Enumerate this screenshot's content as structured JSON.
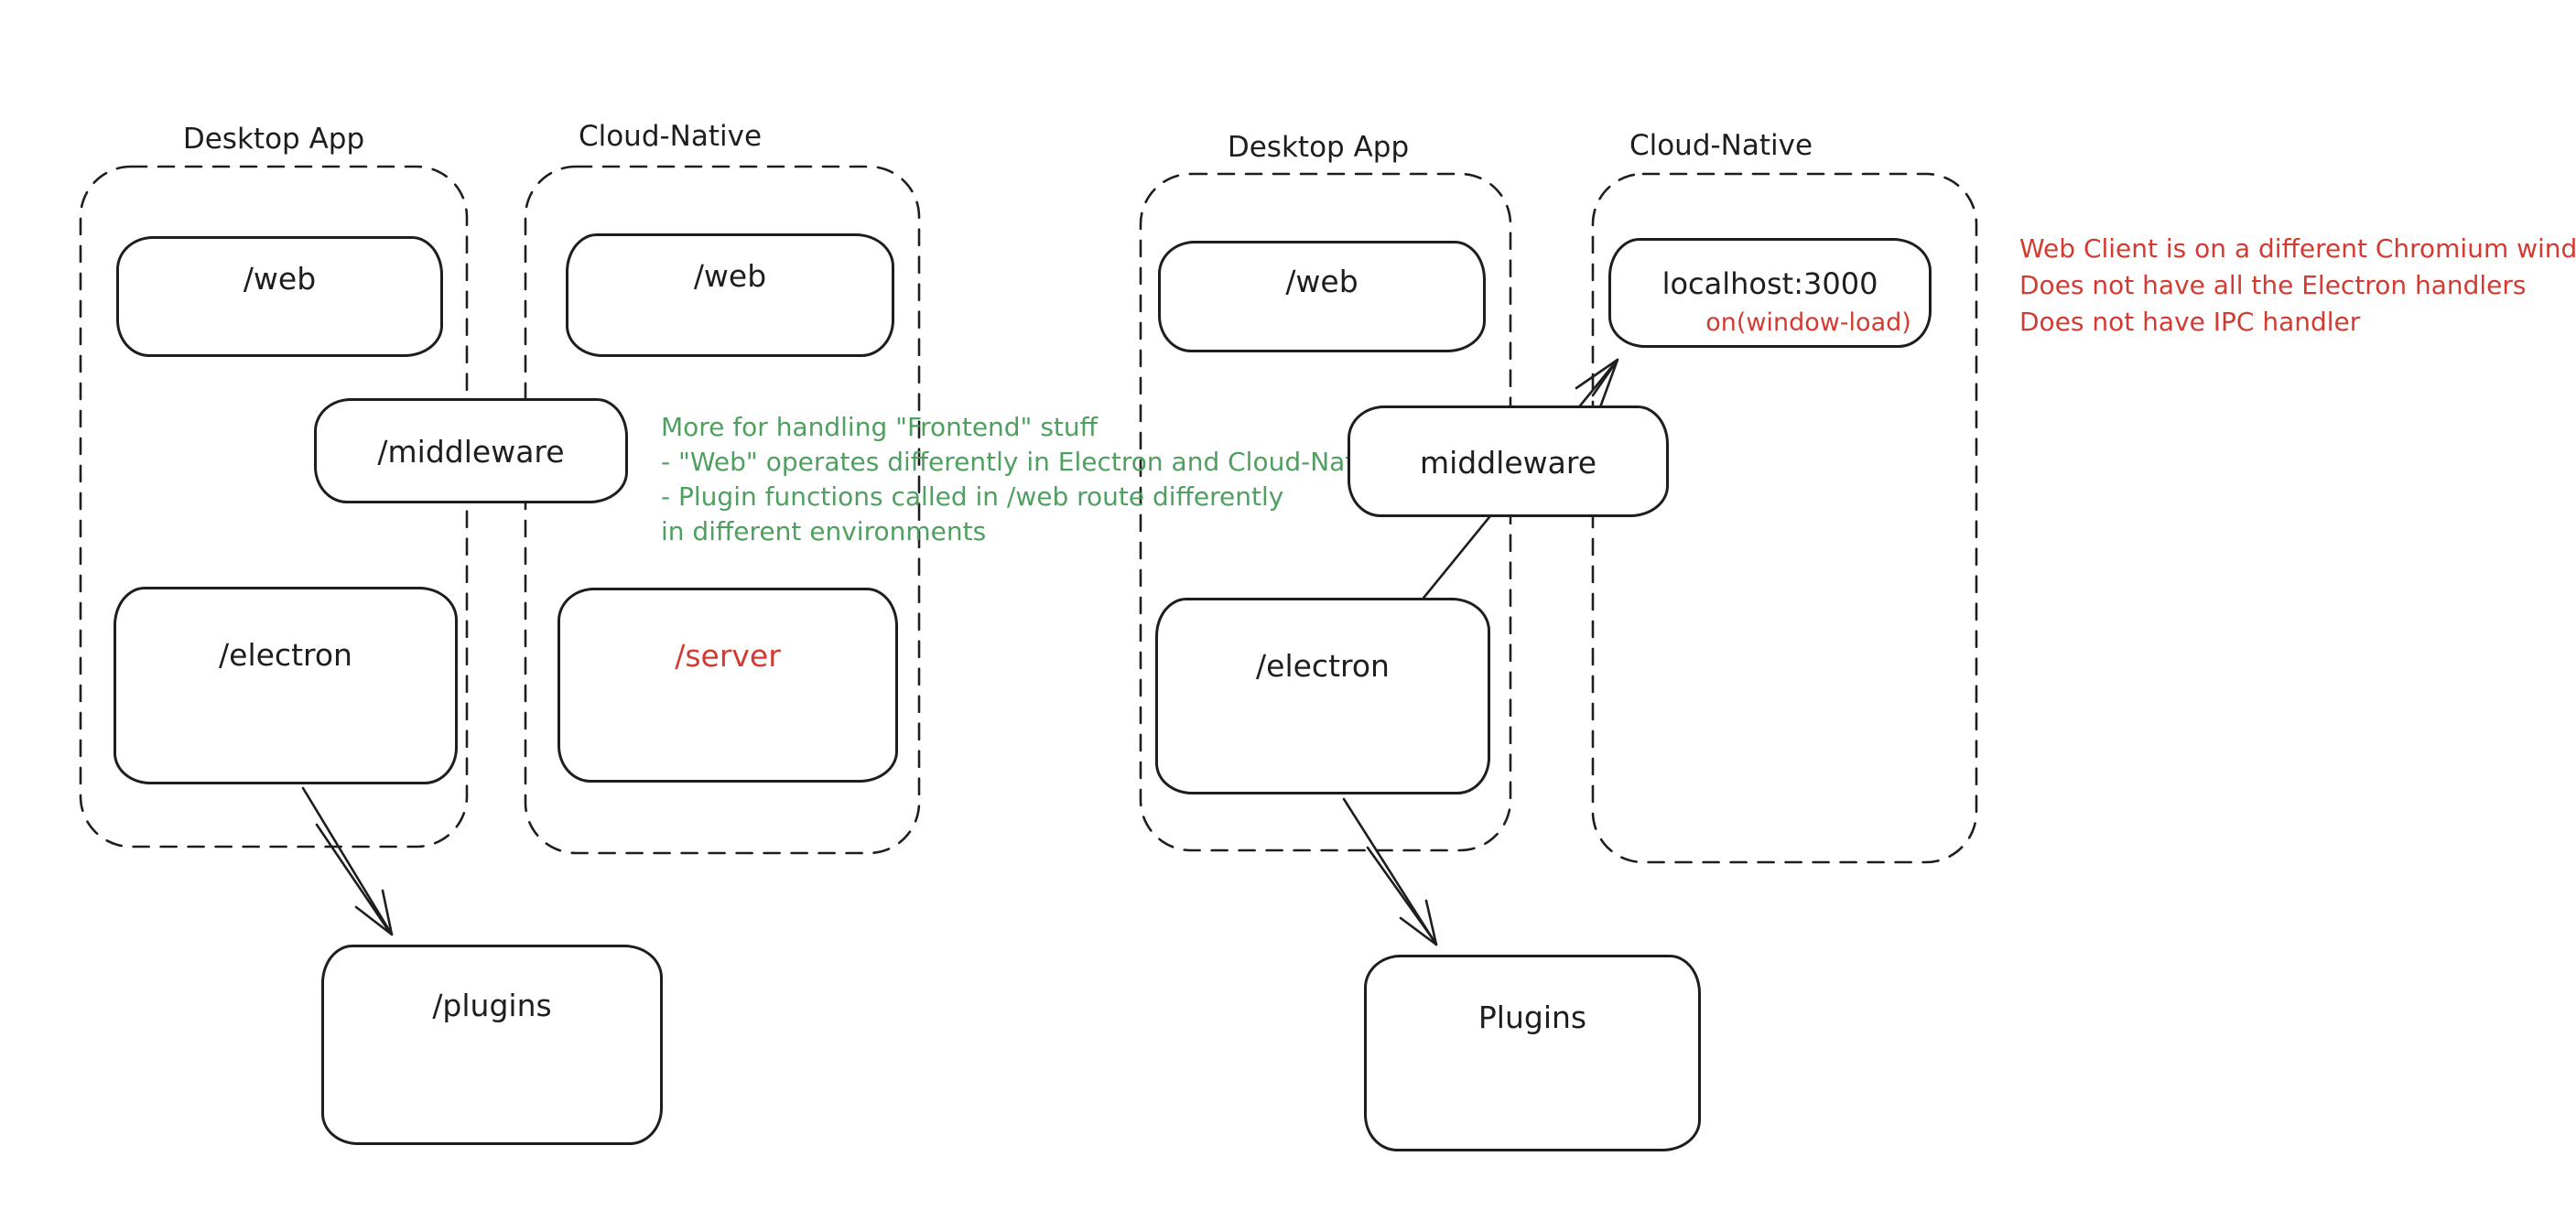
{
  "colors": {
    "ink": "#1e1e1e",
    "green": "#4f9f60",
    "red": "#d23b31",
    "background": "#ffffff"
  },
  "left": {
    "desktop_title": "Desktop App",
    "cloud_title": "Cloud-Native",
    "web_desktop": "/web",
    "web_cloud": "/web",
    "middleware": "/middleware",
    "electron": "/electron",
    "server": "/server",
    "plugins": "/plugins",
    "annotation": [
      "More for handling \"Frontend\" stuff",
      "- \"Web\" operates differently in Electron and Cloud-Native",
      "- Plugin functions called in /web route differently",
      "in different environments"
    ]
  },
  "right": {
    "desktop_title": "Desktop App",
    "cloud_title": "Cloud-Native",
    "web": "/web",
    "middleware": "middleware",
    "electron": "/electron",
    "localhost": "localhost:3000",
    "window_load": "on(window-load)",
    "plugins": "Plugins",
    "annotation": [
      "Web Client is on a different Chromium window",
      "Does not have all the Electron handlers",
      "Does not have IPC handler"
    ]
  }
}
